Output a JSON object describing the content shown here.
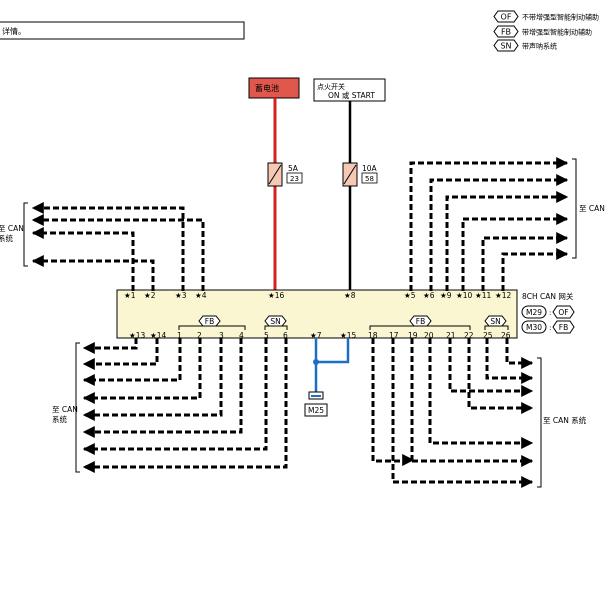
{
  "note_text": "详情。",
  "legend": [
    {
      "code": "OF",
      "text": "不带增强型智能制动辅助"
    },
    {
      "code": "FB",
      "text": "带增强型智能制动辅助"
    },
    {
      "code": "SN",
      "text": "带声呐系统"
    }
  ],
  "battery_label": "蓄电池",
  "ignition_label_line1": "点火开关",
  "ignition_label_line2": "ON 或 START",
  "fuse_battery": {
    "rating": "5A",
    "number": "23"
  },
  "fuse_ignition": {
    "rating": "10A",
    "number": "58"
  },
  "gateway_label": "8CH CAN 网关",
  "gateway_connectors": [
    {
      "name": "M29",
      "option": "OF"
    },
    {
      "name": "M30",
      "option": "FB"
    }
  ],
  "ground_connector": "M25",
  "option_tags": [
    "FB",
    "SN",
    "FB",
    "SN"
  ],
  "to_can_right_top": "至 CAN",
  "to_can_left_top": [
    "至 CAN",
    "系统"
  ],
  "to_can_left_bottom": [
    "至 CAN",
    "系统"
  ],
  "to_can_right_bottom": "至 CAN 系统",
  "top_pins": [
    "★1",
    "★2",
    "★3",
    "★4",
    "★16",
    "★8",
    "★5",
    "★6",
    "★9",
    "★10",
    "★11",
    "★12"
  ],
  "bottom_pins": [
    "★13",
    "★14",
    "1",
    "2",
    "3",
    "4",
    "5",
    "6",
    "★7",
    "★15",
    "18",
    "17",
    "19",
    "20",
    "21",
    "22",
    "25",
    "26"
  ],
  "colors": {
    "battery_fill": "#e0574b",
    "battery_wire": "#d42020",
    "ground_wire": "#1d6fc4",
    "module_fill": "#fbf6d2",
    "fuse_fill": "#f6c9b4"
  }
}
